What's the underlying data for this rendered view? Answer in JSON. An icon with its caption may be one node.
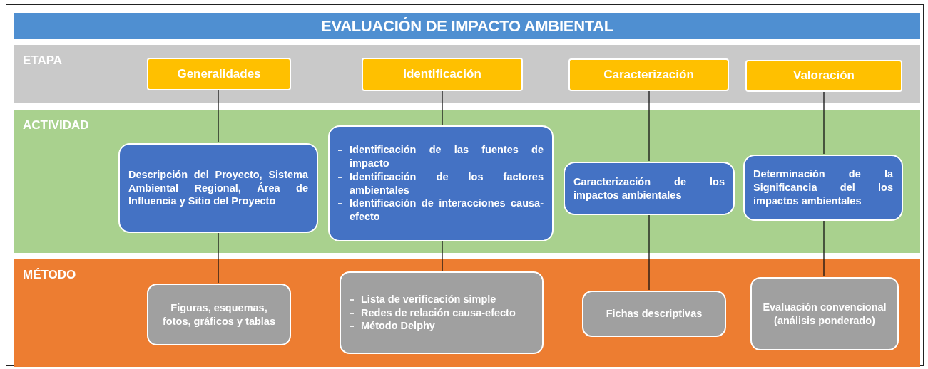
{
  "diagram": {
    "title": "EVALUACIÓN DE IMPACTO AMBIENTAL",
    "nodes": [
      {
        "text": [
          "ETAPA"
        ]
      },
      {
        "text": [
          "Generalidades"
        ],
        "in": 0
      },
      {
        "text": [
          "Identificación"
        ],
        "in": 0
      },
      {
        "text": [
          "Caracterización"
        ],
        "in": 0
      },
      {
        "text": [
          "Valoración"
        ],
        "in": 0
      },
      {
        "text": [
          "ACTIVIDAD"
        ]
      },
      {
        "text": [
          "Descripción del Proyecto, Sistema Ambiental Regional, Área de Influencia y Sitio del Proyecto"
        ],
        "in": 5
      },
      {
        "text": [
          "Identificación de las fuentes de impacto",
          "Identificación de los factores ambientales",
          "Identificación de interacciones causa-efecto"
        ],
        "in": 5
      },
      {
        "text": [
          "Caracterización de los impactos ambientales"
        ],
        "in": 5
      },
      {
        "text": [
          "Determinación de la Significancia del los impactos ambientales"
        ],
        "in": 5
      },
      {
        "text": [
          "MÉTODO"
        ]
      },
      {
        "text": [
          "Figuras, esquemas, fotos, gráficos y tablas"
        ],
        "in": 10
      },
      {
        "text": [
          "Lista de verificación simple",
          "Redes de relación causa-efecto",
          "Método Delphy"
        ],
        "in": 10
      },
      {
        "text": [
          "Fichas descriptivas"
        ],
        "in": 10
      },
      {
        "text": [
          "Evaluación convencional (análisis ponderado)"
        ],
        "in": 10
      }
    ],
    "edges": [
      {
        "from": 1,
        "to": 6,
        "arrow": "none"
      },
      {
        "from": 6,
        "to": 11,
        "arrow": "none"
      },
      {
        "from": 2,
        "to": 7,
        "arrow": "none"
      },
      {
        "from": 7,
        "to": 12,
        "arrow": "none"
      },
      {
        "from": 3,
        "to": 8,
        "arrow": "none"
      },
      {
        "from": 8,
        "to": 13,
        "arrow": "none"
      },
      {
        "from": 4,
        "to": 9,
        "arrow": "none"
      },
      {
        "from": 9,
        "to": 14,
        "arrow": "none"
      }
    ]
  }
}
